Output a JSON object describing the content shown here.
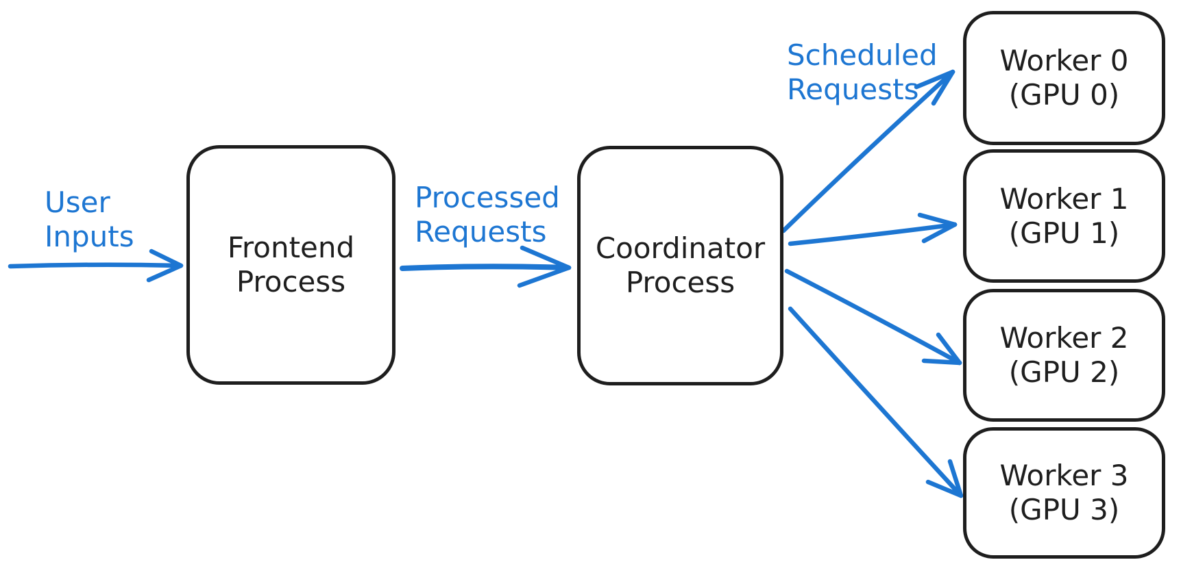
{
  "diagram": {
    "type": "flow-diagram",
    "style": "hand-drawn",
    "colors": {
      "accent_blue": "#1d76d2",
      "stroke_black": "#1e1e1e",
      "background": "#ffffff"
    },
    "nodes": {
      "frontend": {
        "line1": "Frontend",
        "line2": "Process"
      },
      "coordinator": {
        "line1": "Coordinator",
        "line2": "Process"
      },
      "workers": [
        {
          "line1": "Worker 0",
          "line2": "(GPU 0)"
        },
        {
          "line1": "Worker 1",
          "line2": "(GPU 1)"
        },
        {
          "line1": "Worker 2",
          "line2": "(GPU 2)"
        },
        {
          "line1": "Worker 3",
          "line2": "(GPU 3)"
        }
      ]
    },
    "edge_labels": {
      "user_inputs": {
        "line1": "User",
        "line2": "Inputs"
      },
      "processed_requests": {
        "line1": "Processed",
        "line2": "Requests"
      },
      "scheduled_requests": {
        "line1": "Scheduled",
        "line2": "Requests"
      }
    },
    "edges": [
      {
        "from": "external",
        "to": "frontend",
        "label": "User Inputs"
      },
      {
        "from": "frontend",
        "to": "coordinator",
        "label": "Processed Requests"
      },
      {
        "from": "coordinator",
        "to": "worker0",
        "label": "Scheduled Requests"
      },
      {
        "from": "coordinator",
        "to": "worker1",
        "label": "Scheduled Requests"
      },
      {
        "from": "coordinator",
        "to": "worker2",
        "label": "Scheduled Requests"
      },
      {
        "from": "coordinator",
        "to": "worker3",
        "label": "Scheduled Requests"
      }
    ]
  }
}
